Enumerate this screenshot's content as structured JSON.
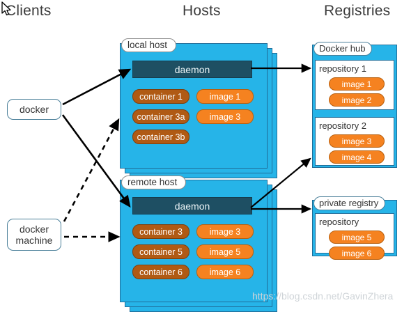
{
  "headings": {
    "clients": "Clients",
    "hosts": "Hosts",
    "registries": "Registries"
  },
  "clients": [
    {
      "id": "docker",
      "label": "docker",
      "line1": "docker",
      "line2": ""
    },
    {
      "id": "docker-machine",
      "label": "docker machine",
      "line1": "docker",
      "line2": "machine"
    }
  ],
  "hosts": [
    {
      "id": "local-host",
      "label": "local host",
      "daemon": "daemon",
      "containers": [
        "container 1",
        "container 3a",
        "container 3b"
      ],
      "images": [
        "image 1",
        "image 3"
      ]
    },
    {
      "id": "remote-host",
      "label": "remote host",
      "daemon": "daemon",
      "containers": [
        "container 3",
        "container 5",
        "container 6"
      ],
      "images": [
        "image 3",
        "image 5",
        "image 6"
      ]
    }
  ],
  "registries": [
    {
      "id": "docker-hub",
      "label": "Docker hub",
      "repositories": [
        {
          "title": "repository 1",
          "images": [
            "image 1",
            "image 2"
          ]
        },
        {
          "title": "repository 2",
          "images": [
            "image 3",
            "image 4"
          ]
        }
      ]
    },
    {
      "id": "private-registry",
      "label": "private registry",
      "repositories": [
        {
          "title": "repository",
          "images": [
            "image 5",
            "image 6"
          ]
        }
      ]
    }
  ],
  "watermark": "https://blog.csdn.net/GavinZhera",
  "colors": {
    "host_blue": "#26b4e8",
    "host_border": "#1f6d99",
    "daemon": "#1e4f63",
    "container": "#b05a14",
    "image": "#f58220",
    "arrow": "#000000",
    "watermark": "#cfd4d8"
  },
  "connections": [
    {
      "from": "docker",
      "to": "local-host-daemon",
      "style": "solid"
    },
    {
      "from": "docker",
      "to": "remote-host-daemon",
      "style": "solid"
    },
    {
      "from": "docker-machine",
      "to": "local-host",
      "style": "dashed"
    },
    {
      "from": "docker-machine",
      "to": "remote-host",
      "style": "dashed"
    },
    {
      "from": "local-host-daemon",
      "to": "repository-1",
      "style": "solid"
    },
    {
      "from": "remote-host-daemon",
      "to": "repository-2",
      "style": "solid"
    },
    {
      "from": "remote-host-daemon",
      "to": "private-registry",
      "style": "solid"
    }
  ]
}
